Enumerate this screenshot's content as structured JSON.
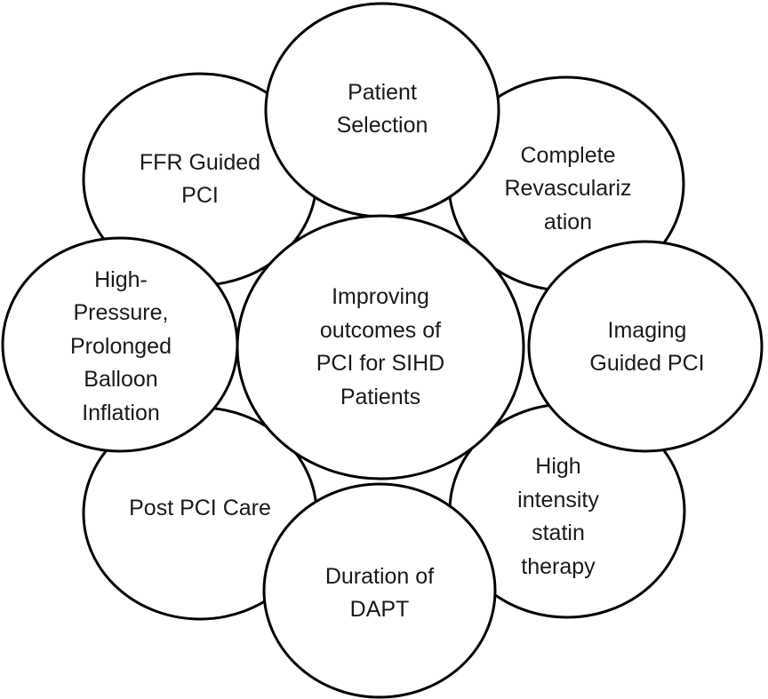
{
  "diagram": {
    "center": {
      "label": "Improving\noutcomes of\nPCI for SIHD\nPatients"
    },
    "nodes": [
      {
        "key": "ffr",
        "label": "FFR Guided\nPCI"
      },
      {
        "key": "postpci",
        "label": "Post PCI Care"
      },
      {
        "key": "complete",
        "label": "Complete\nRevasculariz\nation"
      },
      {
        "key": "statin",
        "label": "High\nintensity\nstatin\ntherapy"
      },
      {
        "key": "patient",
        "label": "Patient\nSelection"
      },
      {
        "key": "dapt",
        "label": "Duration of\nDAPT"
      },
      {
        "key": "balloon",
        "label": "High-\nPressure,\nProlonged\nBalloon\nInflation"
      },
      {
        "key": "imaging",
        "label": "Imaging\nGuided PCI"
      }
    ]
  }
}
